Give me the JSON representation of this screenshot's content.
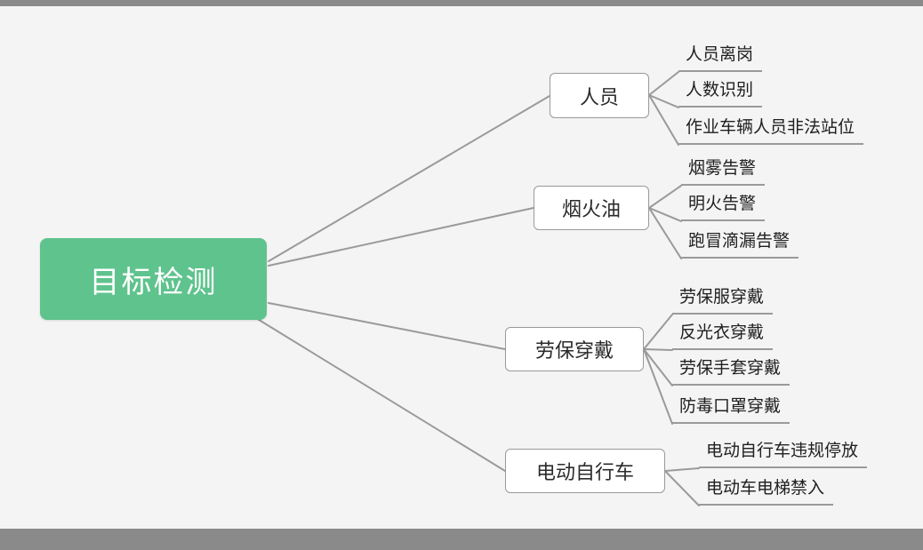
{
  "diagram": {
    "type": "mindmap",
    "root": {
      "label": "目标检测"
    },
    "branches": [
      {
        "label": "人员",
        "children": [
          {
            "label": "人员离岗"
          },
          {
            "label": "人数识别"
          },
          {
            "label": "作业车辆人员非法站位"
          }
        ]
      },
      {
        "label": "烟火油",
        "children": [
          {
            "label": "烟雾告警"
          },
          {
            "label": "明火告警"
          },
          {
            "label": "跑冒滴漏告警"
          }
        ]
      },
      {
        "label": "劳保穿戴",
        "children": [
          {
            "label": "劳保服穿戴"
          },
          {
            "label": "反光衣穿戴"
          },
          {
            "label": "劳保手套穿戴"
          },
          {
            "label": "防毒口罩穿戴"
          }
        ]
      },
      {
        "label": "电动自行车",
        "children": [
          {
            "label": "电动自行车违规停放"
          },
          {
            "label": "电动车电梯禁入"
          }
        ]
      }
    ],
    "colors": {
      "root_bg": "#5fc38e",
      "root_text": "#ffffff",
      "connector": "#9a9a9a",
      "node_border": "#999999",
      "node_bg": "#ffffff",
      "canvas_bg": "#f4f4f4",
      "frame_bg": "#8a8a8a"
    }
  }
}
